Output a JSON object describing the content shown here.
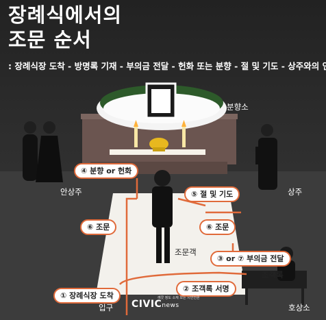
{
  "title": {
    "line1": "장례식에서의",
    "line2": "조문 순서"
  },
  "subtitle": ": 장례식장 도착 - 방명록 기재 - 부의금 전달 - 헌화 또는 분향 - 절 및 기도 - 상주와의 인사",
  "labels": {
    "altar": "분향소",
    "chief_mourner_wife": "안상주",
    "chief_mourner": "상주",
    "mourner": "조문객",
    "entrance": "입구",
    "guestbook": "조객록",
    "reception": "호상소"
  },
  "steps": [
    {
      "label": "① 장례식장 도착"
    },
    {
      "label": "② 조객록 서명"
    },
    {
      "label": "③ or ⑦ 부의금 전달"
    },
    {
      "label": "④ 분향 or 헌화"
    },
    {
      "label": "⑤ 절 및 기도"
    },
    {
      "label": "⑥ 조문"
    },
    {
      "label": "⑥ 조문"
    }
  ],
  "brand": {
    "name": "CIVIC",
    "suffix": "news",
    "tagline": "깨끗 정도 소재 보는 시민언론"
  },
  "colors": {
    "accent": "#e06a3a",
    "floor": "#f3f1ec",
    "altar": "#6b5550",
    "flowers": "#f4f4f4"
  }
}
